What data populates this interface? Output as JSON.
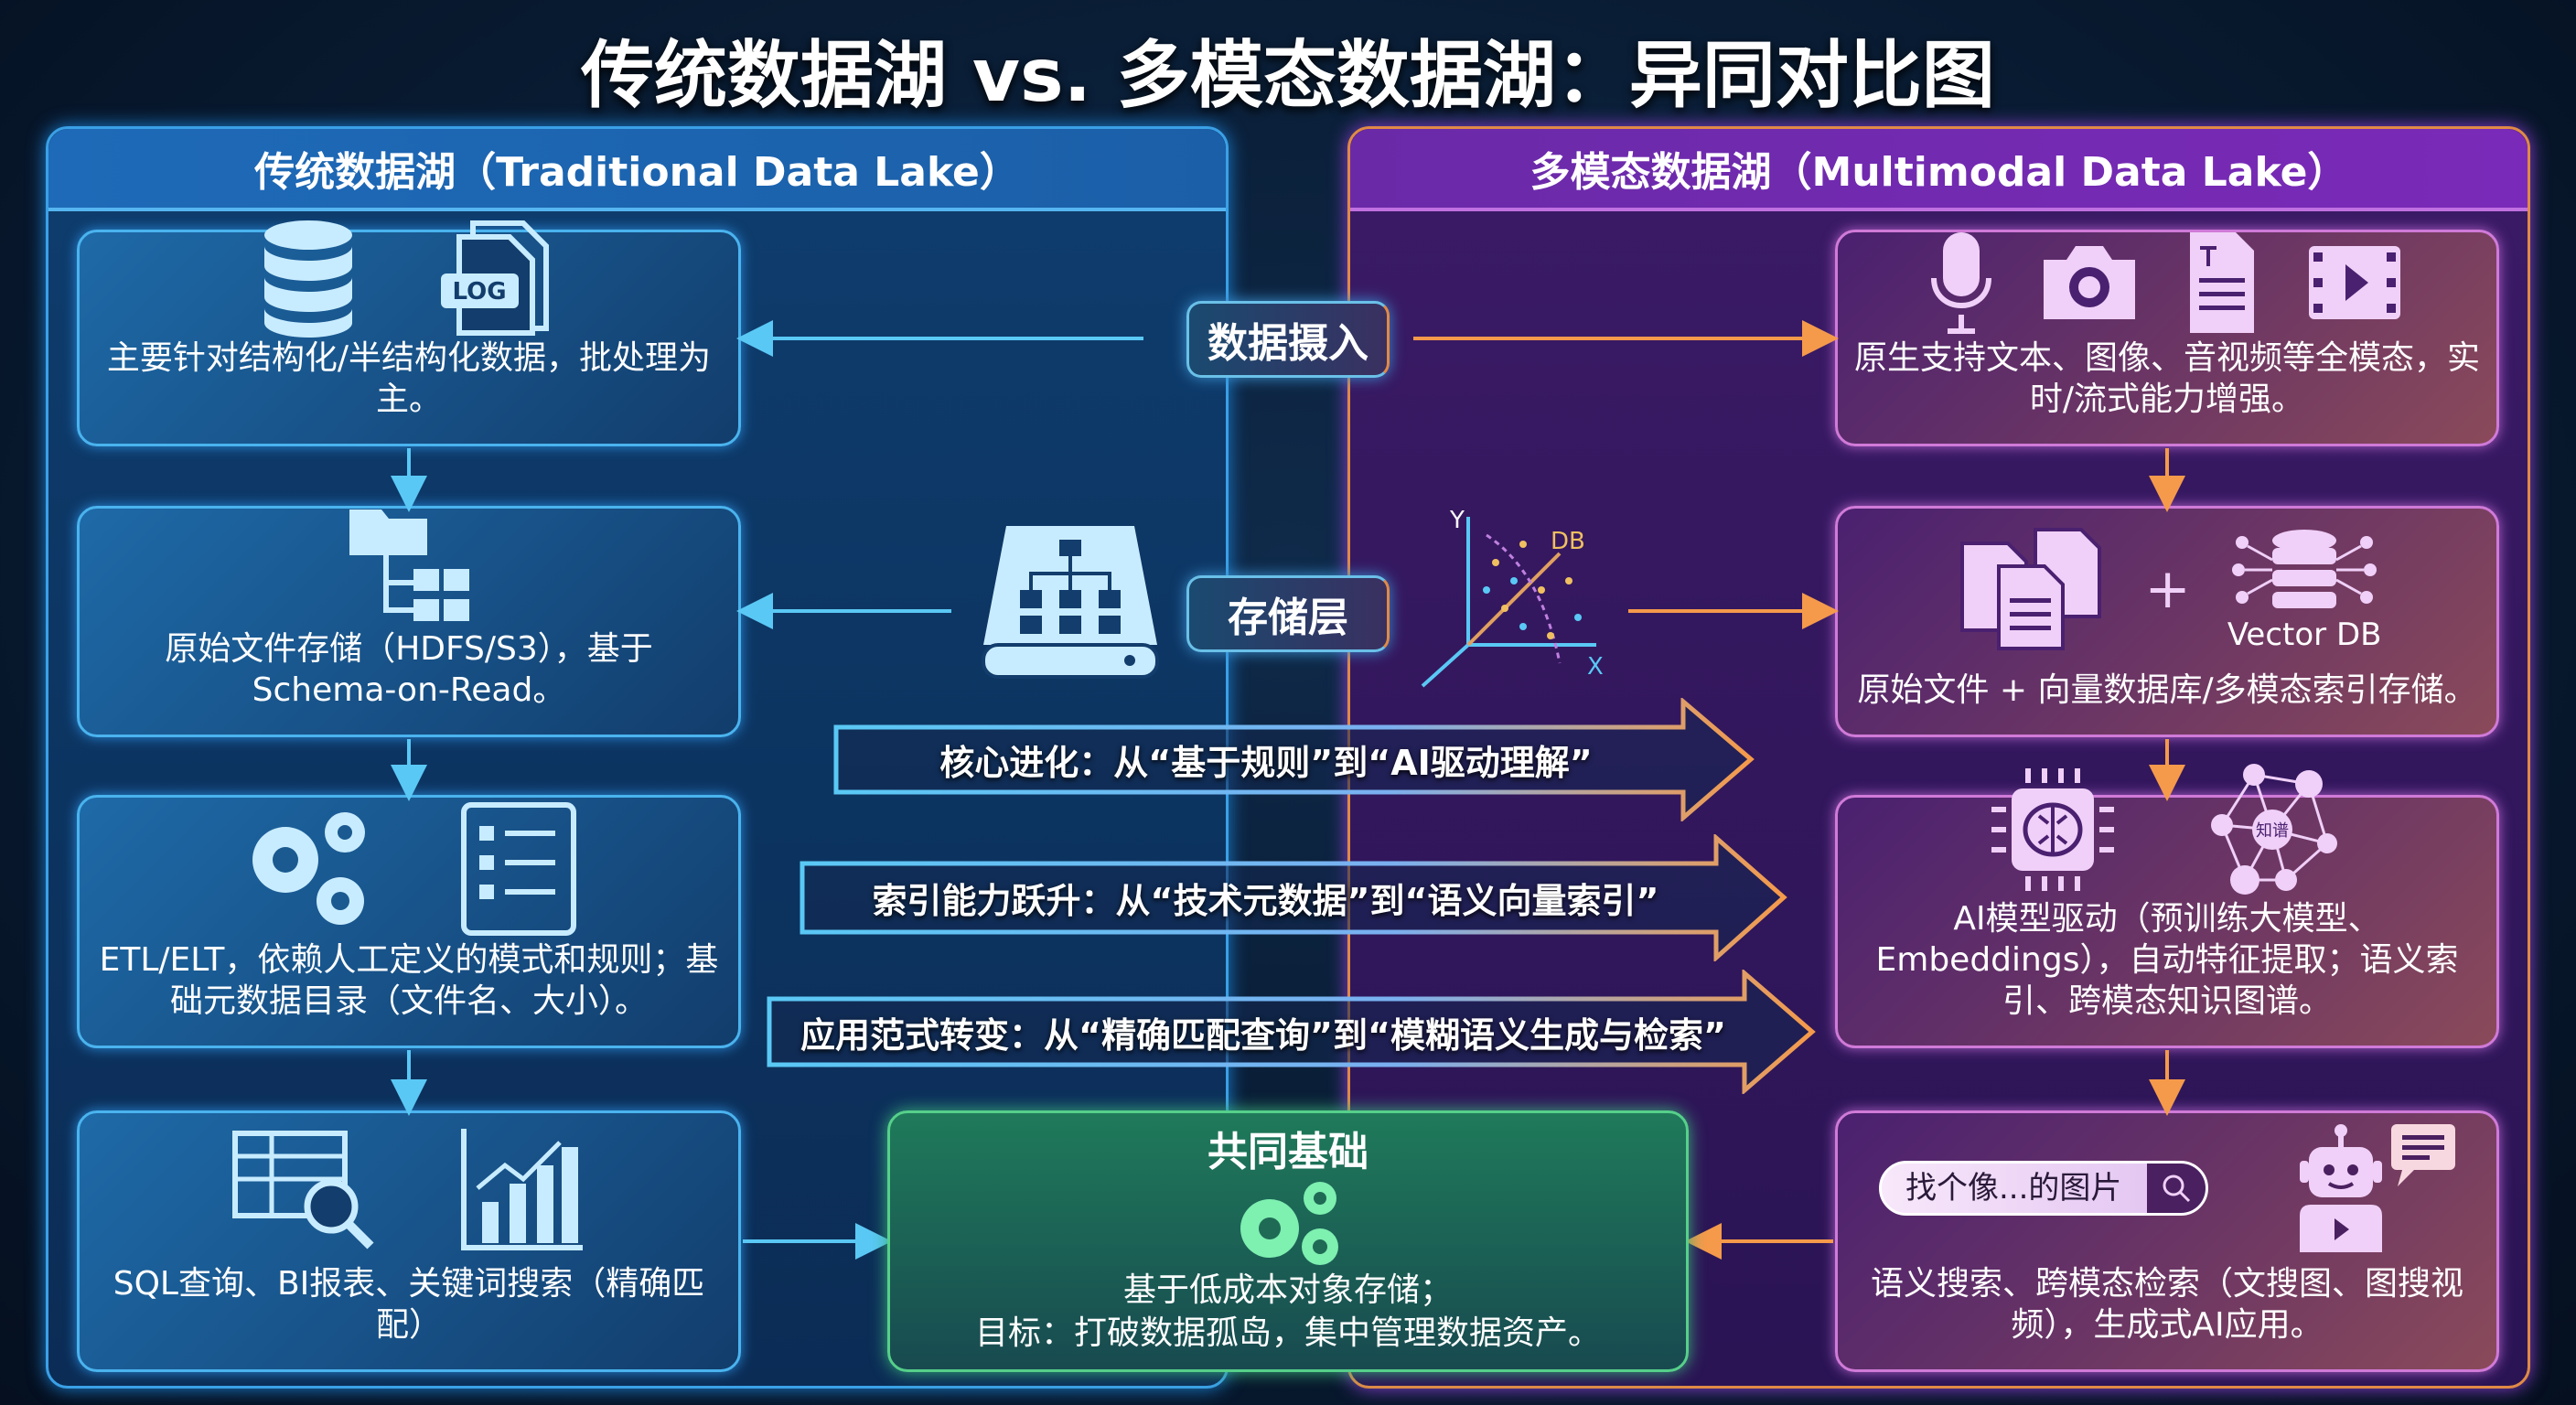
{
  "title": "传统数据湖 vs. 多模态数据湖：异同对比图",
  "left": {
    "header": "传统数据湖（Traditional Data Lake）",
    "boxes": [
      {
        "text": "主要针对结构化/半结构化数据，批处理为主。",
        "icons": [
          "database-icon",
          "log-file-icon"
        ],
        "icon_label": "LOG"
      },
      {
        "text": "原始文件存储（HDFS/S3），基于Schema-on-Read。",
        "icons": [
          "folder-tree-icon"
        ]
      },
      {
        "text": "ETL/ELT，依赖人工定义的模式和规则；基础元数据目录（文件名、大小）。",
        "icons": [
          "gears-icon",
          "checklist-icon"
        ]
      },
      {
        "text": "SQL查询、BI报表、关键词搜索（精确匹配）",
        "icons": [
          "table-search-icon",
          "bar-chart-icon"
        ]
      }
    ]
  },
  "right": {
    "header": "多模态数据湖（Multimodal Data Lake）",
    "boxes": [
      {
        "text": "原生支持文本、图像、音视频等全模态，实时/流式能力增强。",
        "icons": [
          "microphone-icon",
          "camera-icon",
          "text-document-icon",
          "video-icon"
        ]
      },
      {
        "text": "原始文件 + 向量数据库/多模态索引存储。",
        "icons": [
          "documents-icon",
          "vector-db-icon"
        ],
        "plus": "+",
        "vector_label": "Vector DB"
      },
      {
        "text": "AI模型驱动（预训练大模型、Embeddings），自动特征提取；语义索引、跨模态知识图谱。",
        "icons": [
          "ai-chip-brain-icon",
          "knowledge-graph-icon"
        ],
        "graph_label": "知谱"
      },
      {
        "text": "语义搜索、跨模态检索（文搜图、图搜视频），生成式AI应用。",
        "icons": [
          "search-bar-icon",
          "robot-icon"
        ],
        "search_text": "找个像...的图片"
      }
    ]
  },
  "center": {
    "ingest_label": "数据摄入",
    "storage_label": "存储层",
    "axes": {
      "y": "Y",
      "x": "X",
      "db": "DB"
    },
    "arrows": [
      "核心进化：从“基于规则”到“AI驱动理解”",
      "索引能力跃升：从“技术元数据”到“语义向量索引”",
      "应用范式转变：从“精确匹配查询”到“模糊语义生成与检索”"
    ],
    "common": {
      "title": "共同基础",
      "line1": "基于低成本对象存储；",
      "line2": "目标：打破数据孤岛，集中管理数据资产。"
    }
  },
  "colors": {
    "traditional": "#3aa0e6",
    "multimodal": "#8a3fd0",
    "accent_orange": "#f08a3a",
    "common": "#56d08a"
  }
}
